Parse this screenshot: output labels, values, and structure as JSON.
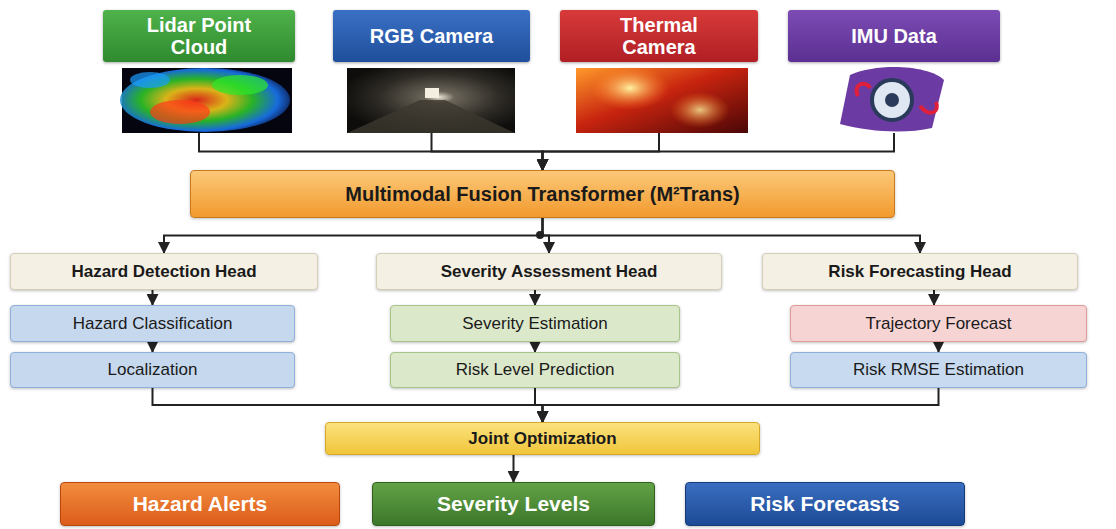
{
  "diagram": {
    "nodes": [
      {
        "text": [
          "Lidar Point Cloud"
        ]
      },
      {
        "text": [
          "RGB Camera"
        ]
      },
      {
        "text": [
          "Thermal Camera"
        ]
      },
      {
        "text": [
          "IMU Data"
        ]
      },
      {
        "text": [
          "Multimodal Fusion Transformer (M²Trans)"
        ]
      },
      {
        "text": [
          "Hazard Detection Head"
        ]
      },
      {
        "text": [
          "Severity Assessment Head"
        ]
      },
      {
        "text": [
          "Risk Forecasting Head"
        ]
      },
      {
        "text": [
          "Hazard Classification"
        ]
      },
      {
        "text": [
          "Localization"
        ]
      },
      {
        "text": [
          "Severity Estimation"
        ]
      },
      {
        "text": [
          "Risk Level Prediction"
        ]
      },
      {
        "text": [
          "Trajectory Forecast"
        ]
      },
      {
        "text": [
          "Risk RMSE Estimation"
        ]
      },
      {
        "text": [
          "Joint Optimization"
        ]
      },
      {
        "text": [
          "Hazard Alerts"
        ]
      },
      {
        "text": [
          "Severity Levels"
        ]
      },
      {
        "text": [
          "Risk Forecasts"
        ]
      }
    ],
    "edges": [
      {
        "from": 0,
        "to": 4,
        "arrow": "to"
      },
      {
        "from": 1,
        "to": 4,
        "arrow": "to"
      },
      {
        "from": 2,
        "to": 4,
        "arrow": "to"
      },
      {
        "from": 3,
        "to": 4,
        "arrow": "to"
      },
      {
        "from": 4,
        "to": 5,
        "arrow": "to"
      },
      {
        "from": 4,
        "to": 6,
        "arrow": "to"
      },
      {
        "from": 4,
        "to": 7,
        "arrow": "to"
      },
      {
        "from": 5,
        "to": 8,
        "arrow": "to"
      },
      {
        "from": 8,
        "to": 9,
        "arrow": "to"
      },
      {
        "from": 6,
        "to": 10,
        "arrow": "to"
      },
      {
        "from": 10,
        "to": 11,
        "arrow": "to"
      },
      {
        "from": 7,
        "to": 12,
        "arrow": "to"
      },
      {
        "from": 12,
        "to": 13,
        "arrow": "to"
      },
      {
        "from": 9,
        "to": 14,
        "arrow": "to"
      },
      {
        "from": 11,
        "to": 14,
        "arrow": "to"
      },
      {
        "from": 13,
        "to": 14,
        "arrow": "to"
      },
      {
        "from": 14,
        "to": 16,
        "arrow": "to"
      }
    ]
  }
}
